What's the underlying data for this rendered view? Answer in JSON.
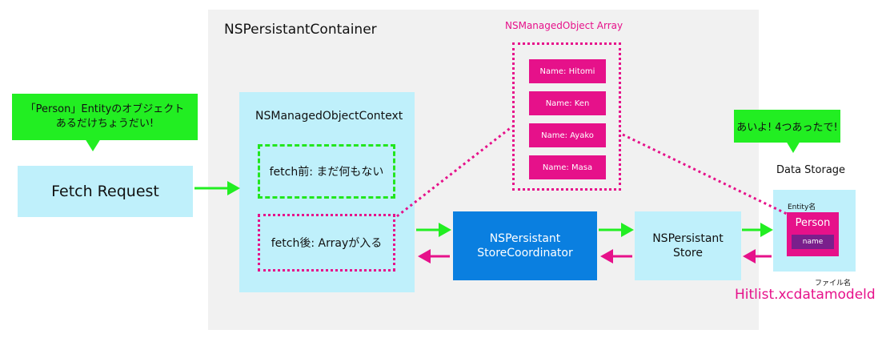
{
  "container": {
    "title": "NSPersistantContainer"
  },
  "context": {
    "title": "NSManagedObjectContext",
    "before": "fetch前: まだ何もない",
    "after": "fetch後: Arrayが入る"
  },
  "fetch_request": {
    "label": "Fetch Request"
  },
  "bubble_left": {
    "line1": "「Person」Entityのオブジェクト",
    "line2": "あるだけちょうだい!"
  },
  "bubble_right": {
    "text": "あいよ! 4つあったで!"
  },
  "coordinator": {
    "line1": "NSPersistant",
    "line2": "StoreCoordinator"
  },
  "store": {
    "line1": "NSPersistant",
    "line2": "Store"
  },
  "array": {
    "title": "NSManagedObject Array",
    "items": [
      "Name: Hitomi",
      "Name: Ken",
      "Name: Ayako",
      "Name: Masa"
    ]
  },
  "storage": {
    "title": "Data Storage",
    "entity_label": "Entity名",
    "entity": "Person",
    "attribute": "name",
    "file_label": "ファイル名",
    "model_file": "Hitlist.xcdatamodeld"
  },
  "colors": {
    "light_blue": "#bff0fb",
    "green": "#22ee22",
    "magenta": "#e6118a",
    "blue": "#0a7fe0",
    "purple": "#7a1f8c",
    "container_gray": "#f1f1f1"
  }
}
